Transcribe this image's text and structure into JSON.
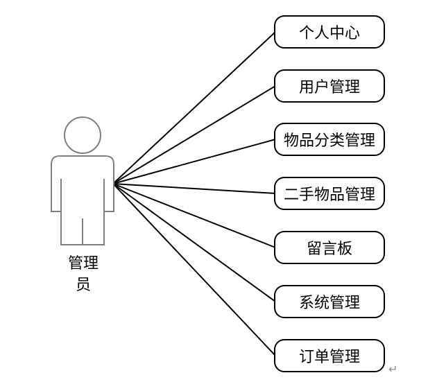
{
  "actor": {
    "label_line1": "管理",
    "label_line2": "员"
  },
  "use_cases": [
    "个人中心",
    "用户管理",
    "物品分类管理",
    "二手物品管理",
    "留言板",
    "系统管理",
    "订单管理"
  ],
  "colors": {
    "stroke": "#000000",
    "actor_stroke": "#7f7f7f",
    "paragraph_mark": "#8a8a8a"
  },
  "icons": {
    "paragraph_mark": "return-arrow-icon"
  }
}
